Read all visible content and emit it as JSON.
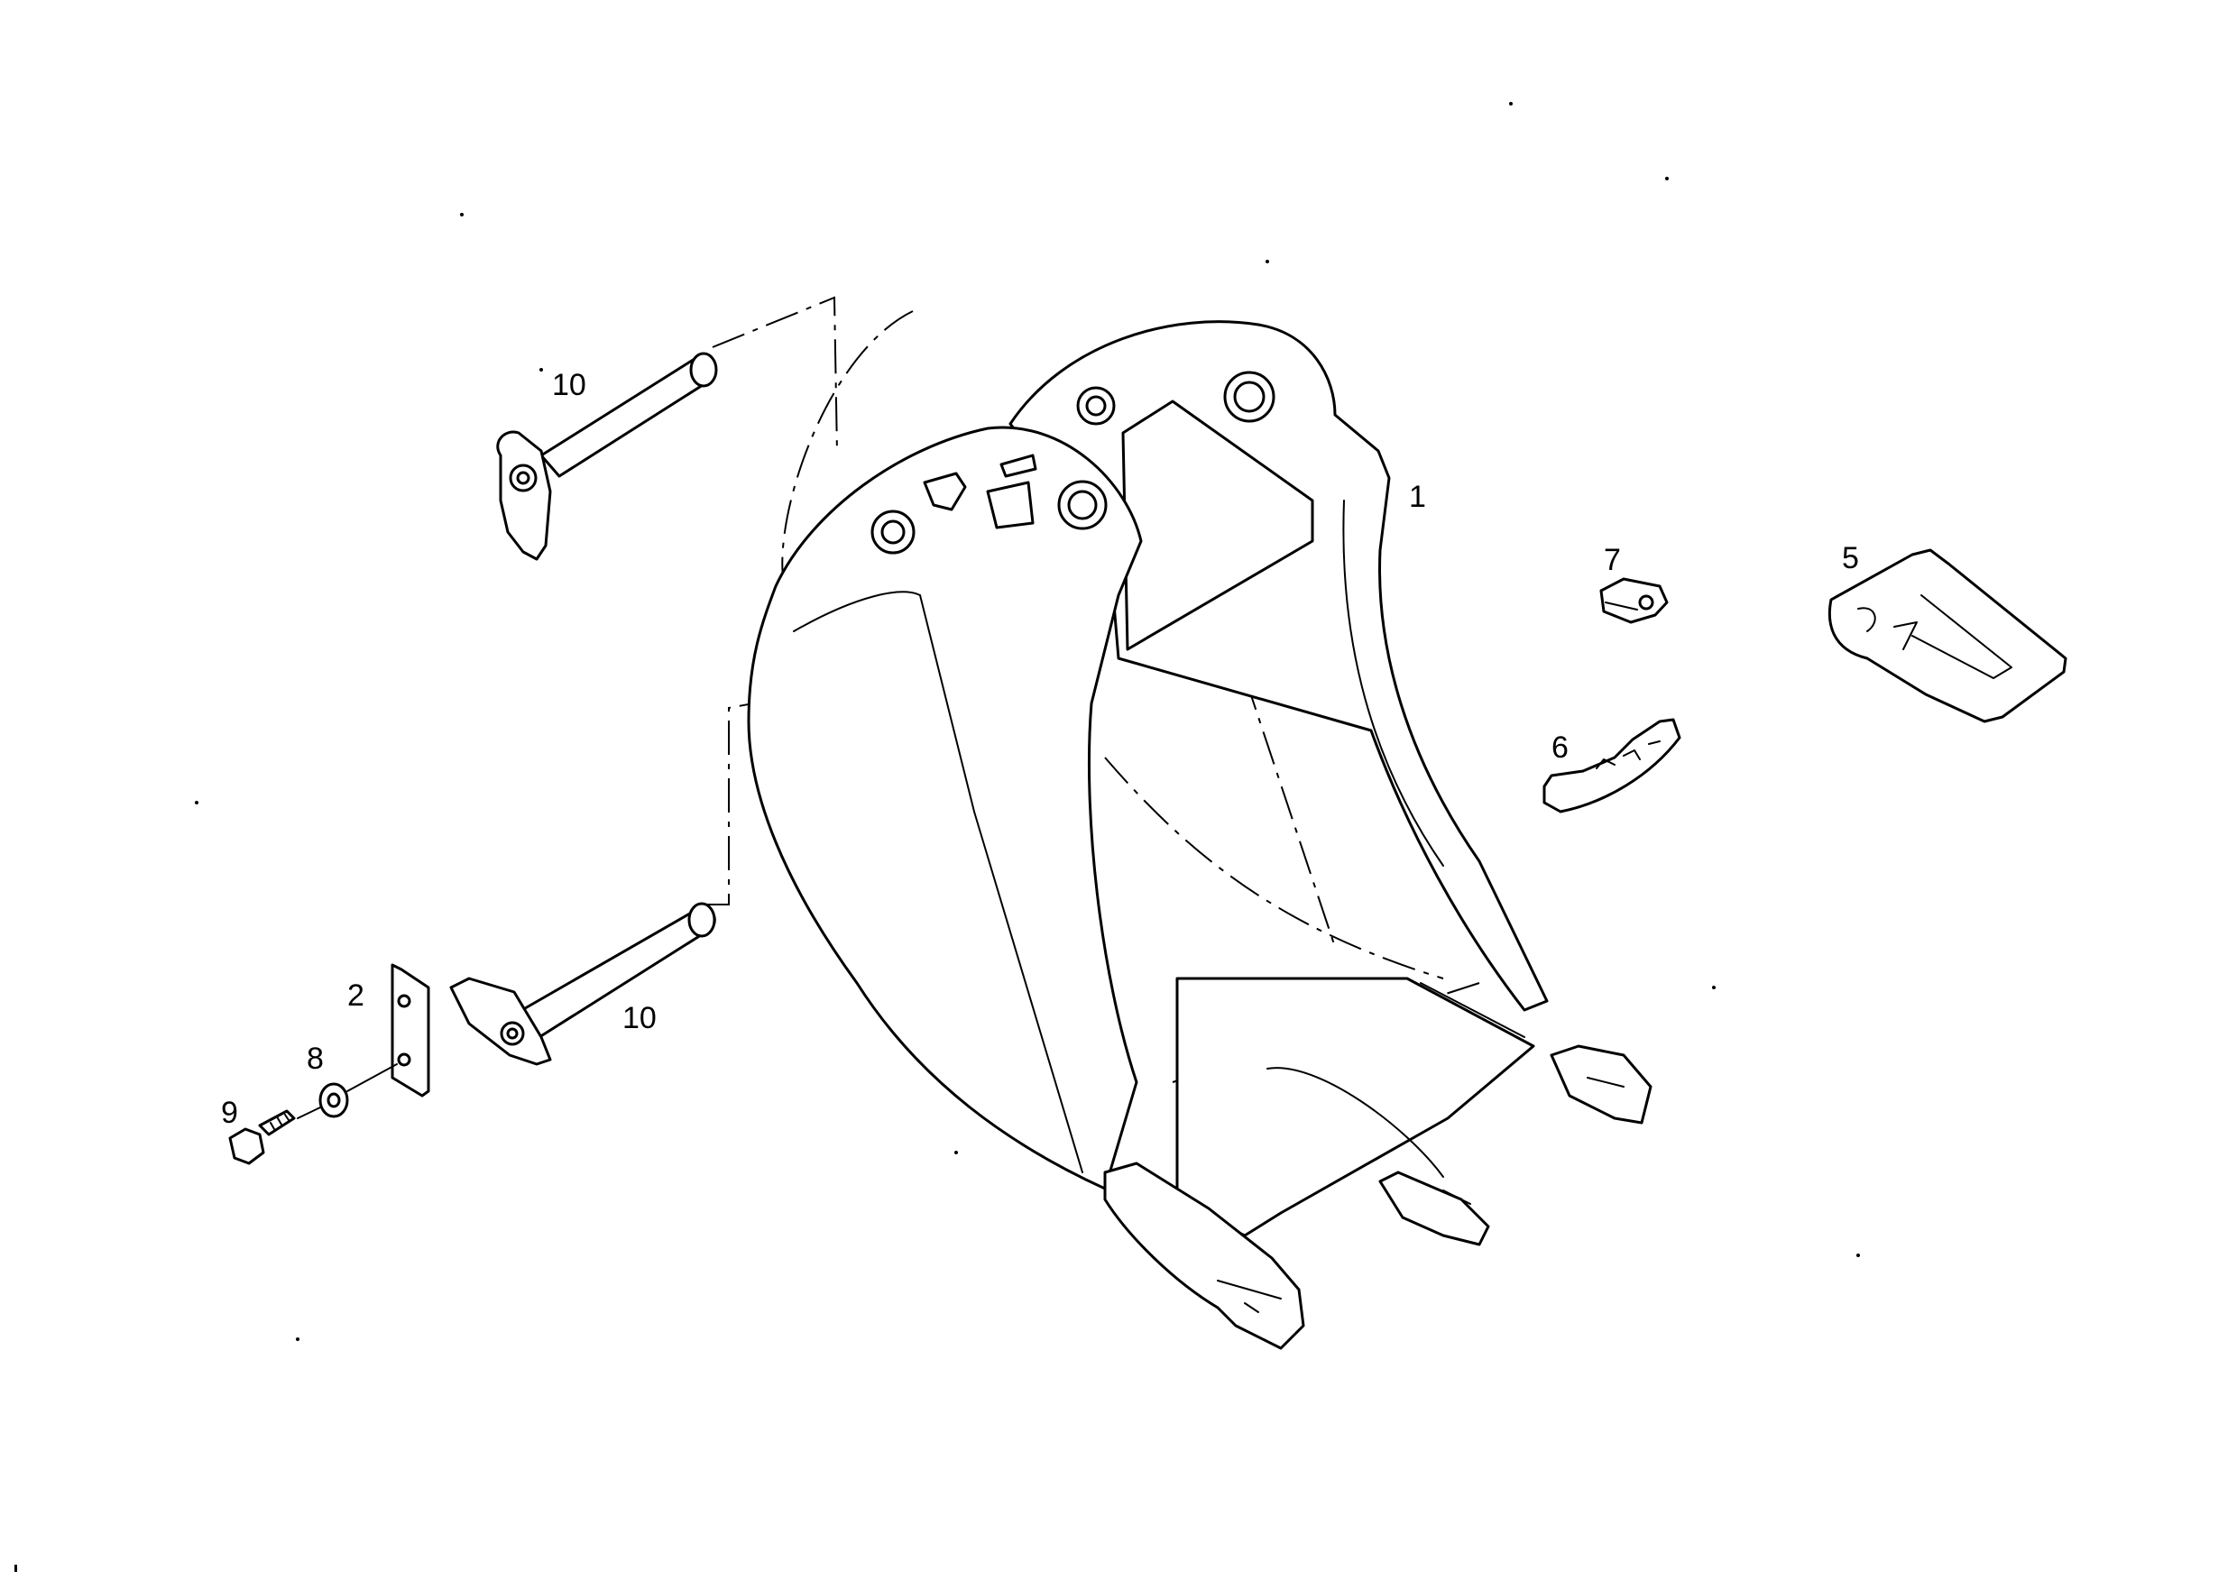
{
  "diagram": {
    "type": "exploded-parts-drawing",
    "subject": "excavator bucket with teeth and pins",
    "callouts": {
      "bucket": "1",
      "plate": "2",
      "tooth": "5",
      "side_cutter": "6",
      "retainer": "7",
      "washer": "8",
      "bolt": "9",
      "pin_upper": "10",
      "pin_lower": "10"
    }
  }
}
